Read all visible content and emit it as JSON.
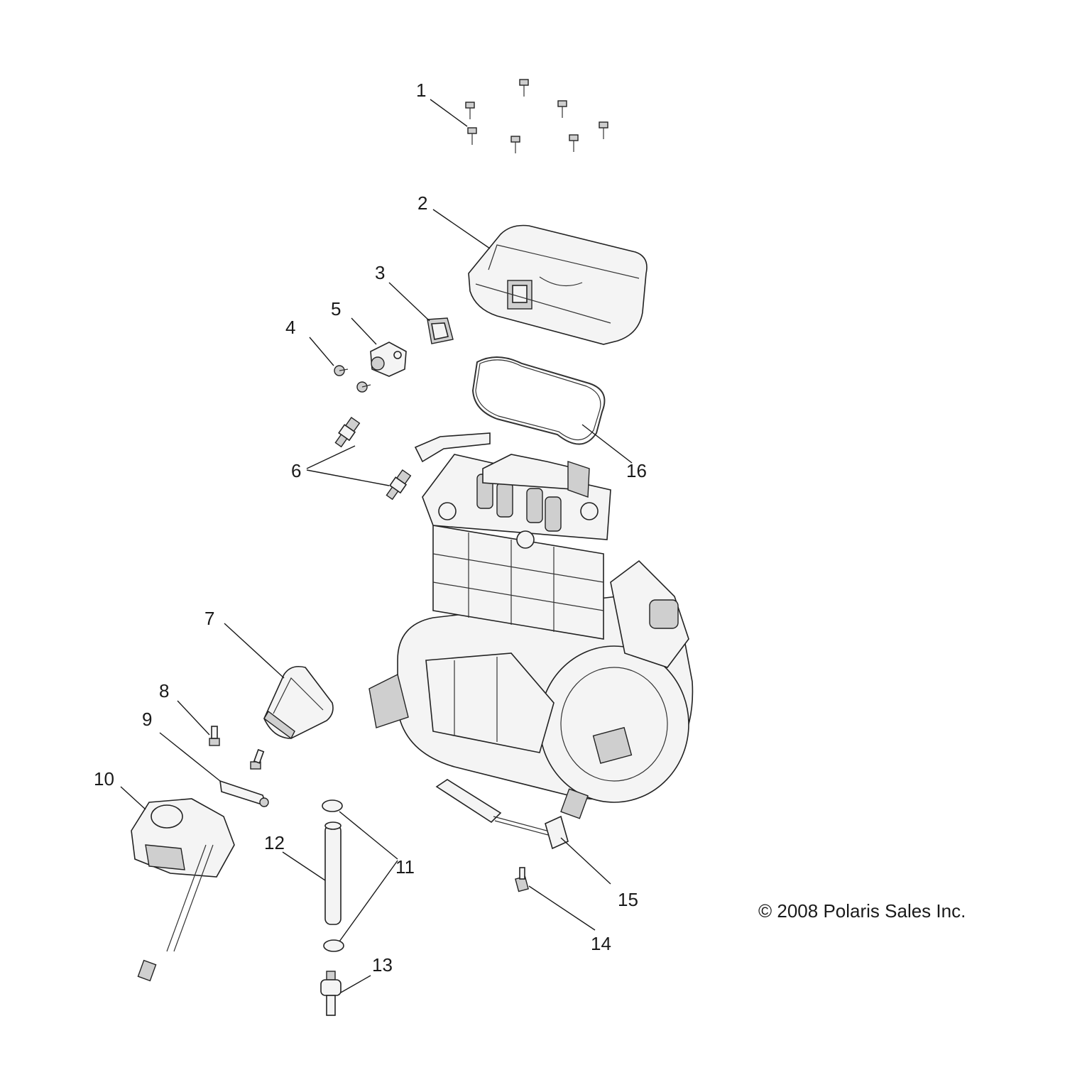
{
  "callouts": [
    "1",
    "2",
    "3",
    "4",
    "5",
    "6",
    "7",
    "8",
    "9",
    "10",
    "11",
    "12",
    "13",
    "14",
    "15",
    "16"
  ],
  "copyright": "© 2008 Polaris Sales Inc."
}
